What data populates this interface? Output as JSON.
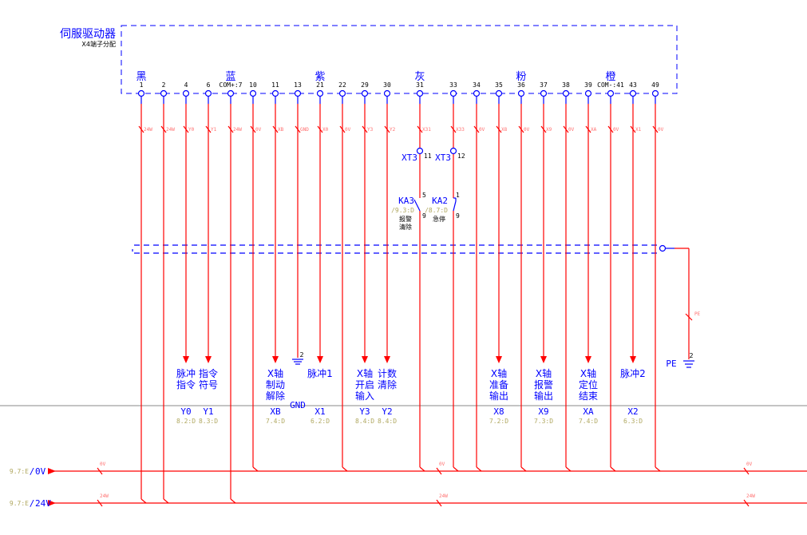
{
  "header": {
    "title": "伺服驱动器",
    "subtitle": "X4端子分配"
  },
  "colors": [
    {
      "label": "黑",
      "pin": "1"
    },
    {
      "label": "蓝",
      "pin": "COM+:7"
    },
    {
      "label": "紫",
      "pin": "21"
    },
    {
      "label": "灰",
      "pin": "31"
    },
    {
      "label": "粉",
      "pin": "36"
    },
    {
      "label": "橙",
      "pin": "COM-:41"
    }
  ],
  "pins": [
    {
      "num": "1",
      "wire": "24W",
      "end": "24V"
    },
    {
      "num": "2",
      "wire": "24W",
      "end": "24V"
    },
    {
      "num": "4",
      "wire": "Y0",
      "end": "arrow"
    },
    {
      "num": "6",
      "wire": "Y1",
      "end": "arrow"
    },
    {
      "num": "COM+:7",
      "wire": "24W",
      "end": "24V"
    },
    {
      "num": "10",
      "wire": "0V",
      "end": "0V"
    },
    {
      "num": "11",
      "wire": "XB",
      "end": "arrow"
    },
    {
      "num": "13",
      "wire": "GND",
      "end": "ground"
    },
    {
      "num": "21",
      "wire": "X0",
      "end": "arrow"
    },
    {
      "num": "22",
      "wire": "0V",
      "end": "0V"
    },
    {
      "num": "29",
      "wire": "Y3",
      "end": "arrow"
    },
    {
      "num": "30",
      "wire": "Y2",
      "end": "arrow"
    },
    {
      "num": "31",
      "wire": "X31",
      "end": "relay"
    },
    {
      "num": "33",
      "wire": "X33",
      "end": "relay"
    },
    {
      "num": "34",
      "wire": "0V",
      "end": "0V"
    },
    {
      "num": "35",
      "wire": "X8",
      "end": "arrow"
    },
    {
      "num": "36",
      "wire": "0V",
      "end": "0V"
    },
    {
      "num": "37",
      "wire": "X9",
      "end": "arrow"
    },
    {
      "num": "38",
      "wire": "0V",
      "end": "0V"
    },
    {
      "num": "39",
      "wire": "XA",
      "end": "arrow"
    },
    {
      "num": "COM-:41",
      "wire": "0V",
      "end": "0V"
    },
    {
      "num": "43",
      "wire": "X1",
      "end": "arrow"
    },
    {
      "num": "49",
      "wire": "0V",
      "end": "0V"
    }
  ],
  "signals": [
    {
      "pin": "4",
      "lines": [
        "脉冲",
        "指令"
      ],
      "tag": "Y0",
      "ref": "8.2:D"
    },
    {
      "pin": "6",
      "lines": [
        "指令",
        "符号"
      ],
      "tag": "Y1",
      "ref": "8.3:D"
    },
    {
      "pin": "11",
      "lines": [
        "X轴",
        "制动",
        "解除"
      ],
      "tag": "XB",
      "ref": "7.4:D"
    },
    {
      "pin": "21",
      "lines": [
        "脉冲1"
      ],
      "tag": "X1",
      "ref": "6.2:D"
    },
    {
      "pin": "29",
      "lines": [
        "X轴",
        "开启",
        "输入"
      ],
      "tag": "Y3",
      "ref": "8.4:D"
    },
    {
      "pin": "30",
      "lines": [
        "计数",
        "清除"
      ],
      "tag": "Y2",
      "ref": "8.4:D"
    },
    {
      "pin": "35",
      "lines": [
        "X轴",
        "准备",
        "输出"
      ],
      "tag": "X8",
      "ref": "7.2:D"
    },
    {
      "pin": "37",
      "lines": [
        "X轴",
        "报警",
        "输出"
      ],
      "tag": "X9",
      "ref": "7.3:D"
    },
    {
      "pin": "39",
      "lines": [
        "X轴",
        "定位",
        "结束"
      ],
      "tag": "XA",
      "ref": "7.4:D"
    },
    {
      "pin": "43",
      "lines": [
        "脉冲2"
      ],
      "tag": "X2",
      "ref": "6.3:D"
    }
  ],
  "gnd": {
    "label": "GND",
    "num": "2"
  },
  "relays": [
    {
      "pin": "31",
      "terminal": "XT3",
      "terminal_num": "11",
      "relay": "KA3",
      "top": "5",
      "bottom": "9",
      "ref": "/9.3:D",
      "desc": [
        "报警",
        "清除"
      ]
    },
    {
      "pin": "33",
      "terminal": "XT3",
      "terminal_num": "12",
      "relay": "KA2",
      "top": "1",
      "bottom": "9",
      "ref": "/8.7:D",
      "desc": [
        "急停"
      ]
    }
  ],
  "pe": {
    "label": "PE",
    "num": "2",
    "wire": "PE"
  },
  "buses": [
    {
      "name": "0V",
      "ref": "9.7:E",
      "sep": "/",
      "wire_labels": [
        "0V",
        "0V",
        "0V"
      ]
    },
    {
      "name": "24V",
      "ref": "9.7:E",
      "sep": "/",
      "wire_labels": [
        "24W",
        "24W",
        "24W"
      ]
    }
  ],
  "style": {
    "wire": "#ff0000",
    "device": "#0000ff",
    "divider": "#888888"
  }
}
